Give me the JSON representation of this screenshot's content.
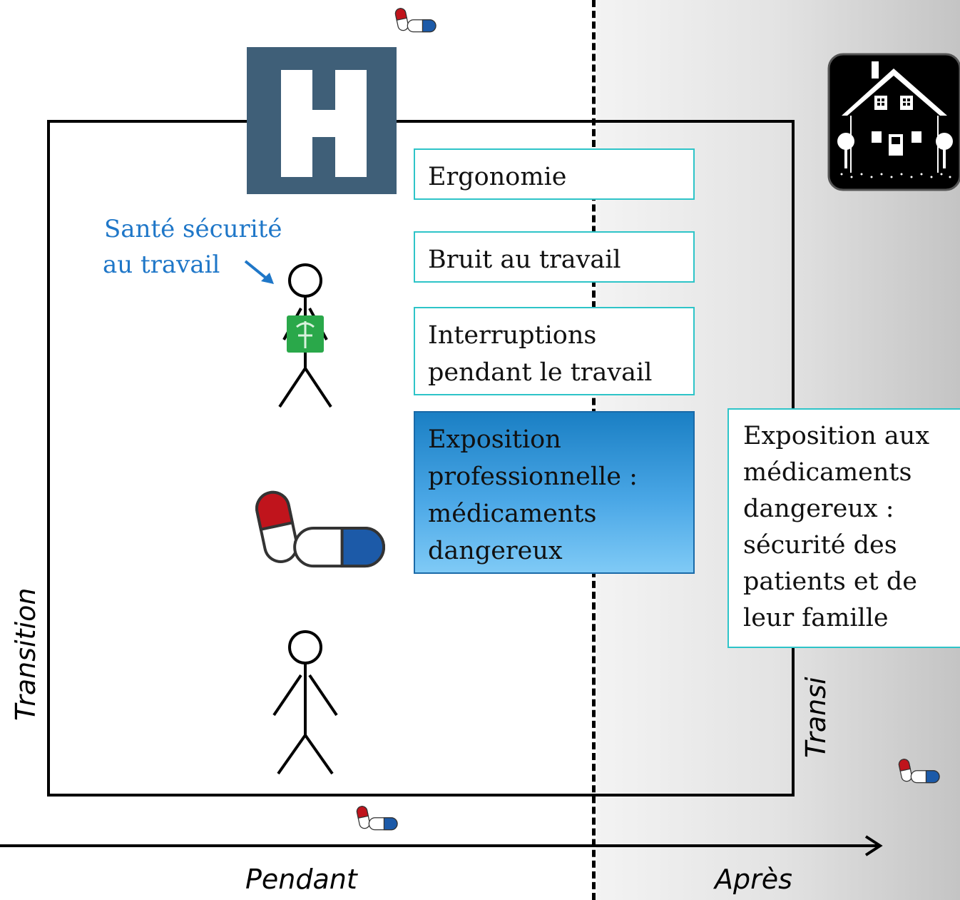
{
  "diagram": {
    "boxes": {
      "ergonomie": "Ergonomie",
      "bruit": "Bruit au travail",
      "interruptions": [
        "Interruptions",
        "pendant le travail"
      ],
      "exposition_pro": [
        "Exposition",
        "professionnelle :",
        "médicaments",
        "dangereux"
      ],
      "exposition_patients": [
        "Exposition aux",
        "médicaments",
        "dangereux :",
        "sécurité des",
        "patients et de",
        "leur famille"
      ]
    },
    "occupational_health_label": [
      "Santé sécurité",
      "au travail"
    ],
    "transition_left": "Transition",
    "transition_right": "Transi",
    "axis_labels": {
      "during": "Pendant",
      "after": "Après"
    },
    "icons": [
      "hospital-icon",
      "house-icon",
      "worker-figure",
      "person-figure",
      "capsule-icon"
    ],
    "colors": {
      "box_border": "#2ec4c8",
      "highlight_box": "#1a7fc4",
      "hospital": "#3f5f78",
      "label_blue": "#1f77c8",
      "badge_green": "#2aa84a"
    }
  }
}
